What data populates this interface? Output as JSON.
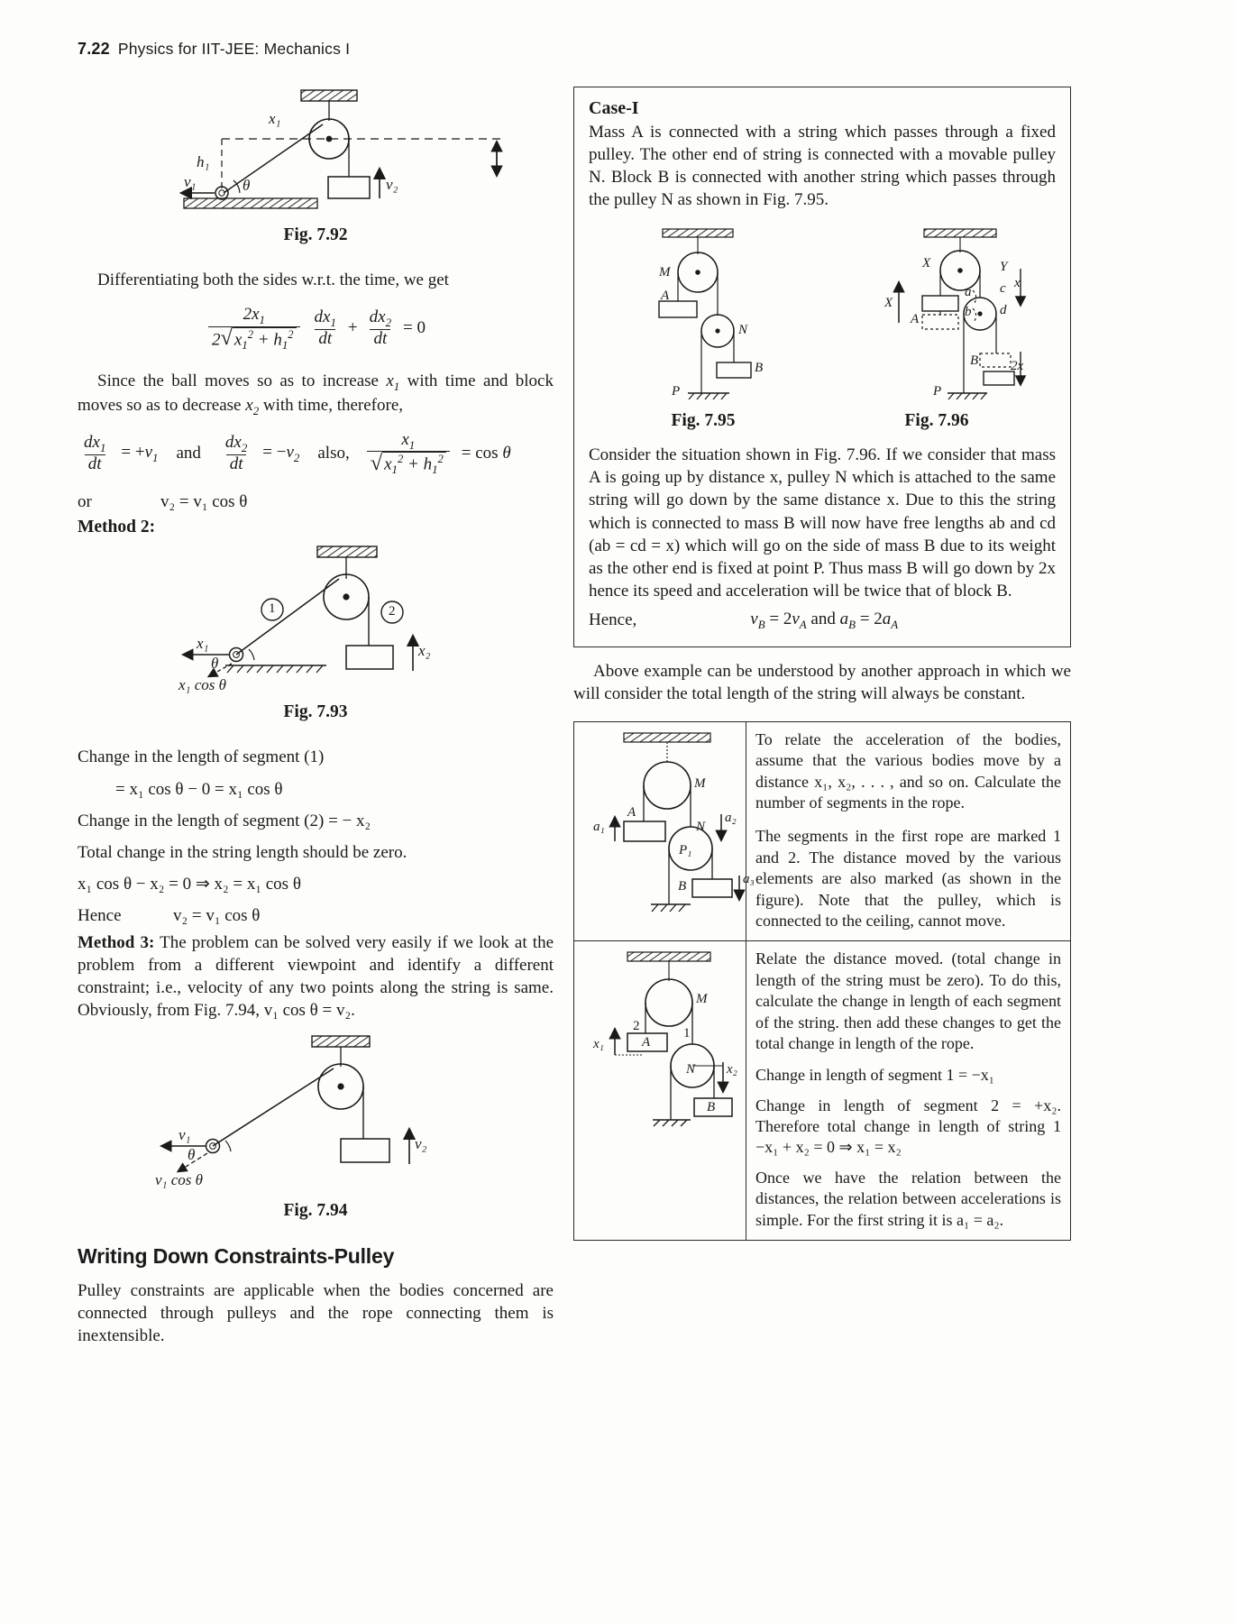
{
  "running_head": {
    "page_number": "7.22",
    "book_title": "Physics for IIT-JEE: Mechanics I"
  },
  "left_column": {
    "fig_792": {
      "caption": "Fig. 7.92",
      "labels": {
        "x1": "x₁",
        "h1": "h₁",
        "v1": "v₁",
        "v2": "v₂",
        "theta": "θ"
      }
    },
    "para_differentiating": "Differentiating both the sides w.r.t. the time, we get",
    "eq_derivative": {
      "num1": "2x₁",
      "den1": "2√(x₁² + h₁²)",
      "term2_num": "dx₁",
      "term2_den": "dt",
      "plus": "+",
      "term3_num": "dx₂",
      "term3_den": "dt",
      "equals": "= 0"
    },
    "para_since": "Since the ball moves so as to increase x₁ with time and block moves so as to decrease x₂ with time, therefore,",
    "eq_rates": {
      "first_num": "dx₁",
      "first_den": "dt",
      "first_rhs": "= +v₁",
      "and": "and",
      "second_num": "dx₂",
      "second_den": "dt",
      "second_rhs": "= −v₂",
      "also": "also,",
      "third_num": "x₁",
      "third_den": "√(x₁² + h₁²)",
      "third_rhs": "= cos θ"
    },
    "eq_or": {
      "label": "or",
      "expr": "v₂ = v₁ cos θ"
    },
    "method2_head": "Method 2:",
    "fig_793": {
      "caption": "Fig. 7.93",
      "labels": {
        "seg1": "1",
        "seg2": "2",
        "x1": "x₁",
        "x2": "x₂",
        "theta": "θ",
        "x1cos": "x₁ cos θ"
      }
    },
    "line_change1": "Change in the length of segment (1)",
    "line_change1_eq": "= x₁ cos θ − 0 = x₁ cos θ",
    "line_change2": "Change in the length of segment (2) = − x₂",
    "line_total": "Total change in the string length should be zero.",
    "line_eq_total": "x₁ cos θ − x₂ = 0    ⇒    x₂ = x₁ cos θ",
    "line_hence_label": "Hence",
    "line_hence_eq": "v₂ = v₁ cos θ",
    "method3_head": "Method 3:",
    "method3_body": "The problem can be solved very easily if we look at the problem from a different viewpoint and identify a different constraint; i.e., velocity of any two points along the string is same. Obviously, from Fig. 7.94, v₁ cos θ = v₂.",
    "fig_794": {
      "caption": "Fig. 7.94",
      "labels": {
        "v1": "v₁",
        "v2": "v₂",
        "theta": "θ",
        "v1cos": "v₁ cos θ"
      }
    },
    "section_head": "Writing Down Constraints-Pulley",
    "section_body": "Pulley constraints are applicable when the bodies concerned are connected through pulleys and the rope connecting them is inextensible."
  },
  "right_column": {
    "case_box": {
      "title": "Case-I",
      "body": "Mass A is connected with a string which passes through a fixed pulley. The other end of string is connected with a movable pulley N. Block B is connected with another string which passes through the pulley N as shown in Fig. 7.95.",
      "fig_795": {
        "caption": "Fig. 7.95",
        "labels": {
          "M": "M",
          "A": "A",
          "N": "N",
          "B": "B",
          "P": "P"
        }
      },
      "fig_796": {
        "caption": "Fig. 7.96",
        "labels": {
          "X_pulley": "X",
          "Y_pulley": "Y",
          "X_arrow": "X",
          "A": "A",
          "B": "B",
          "P": "P",
          "a": "a",
          "b": "b",
          "c": "c",
          "d": "d",
          "x_right": "x",
          "two_x": "2x"
        }
      },
      "consider_para": "Consider the situation shown in Fig. 7.96. If we consider that mass A is going up by distance x, pulley N which is attached to the same string will go down by the same distance x. Due to this the string which is connected to mass B will now have free lengths ab and cd (ab = cd = x) which will go on the side of mass B due to its weight as the other end is fixed at point P. Thus mass B will go down by 2x hence its speed and acceleration will be twice that of block B.",
      "hence_label": "Hence,",
      "hence_eq": "v_B = 2v_A and a_B = 2a_A"
    },
    "above_example_para": "Above example can be understood by another approach in which we will consider the total length of the string will always be constant.",
    "table_rows": [
      {
        "figure_labels": {
          "M": "M",
          "A": "A",
          "N": "N",
          "B": "B",
          "P1": "P₁",
          "a1": "a₁",
          "a2": "a₂",
          "a3": "a₃"
        },
        "text_blocks": [
          "To relate the acceleration of the bodies, assume that the various bodies move by a distance x₁, x₂, . . . , and so on. Calculate the number of segments in the rope.",
          "The segments in the first rope are marked 1 and 2. The distance moved by the various elements are also marked (as shown in the figure). Note that the pulley, which is connected to the ceiling, cannot move."
        ]
      },
      {
        "figure_labels": {
          "M": "M",
          "A": "A",
          "N": "N",
          "B": "B",
          "seg1": "1",
          "seg2": "2",
          "x1": "x₁",
          "x2": "x₂"
        },
        "text_blocks": [
          "Relate the distance moved. (total change in length of the string must be zero). To do this, calculate the change in length of each segment of the string. then add these changes to get the total change in length of the rope.",
          "Change in length of segment 1 = −x₁",
          "Change in length of segment 2 = +x₂. Therefore total change in length of string 1 −x₁ + x₂ = 0    ⇒ x₁ = x₂",
          "Once we have the relation between the distances, the relation between accelerations is simple. For the first string it is a₁ = a₂."
        ]
      }
    ]
  }
}
